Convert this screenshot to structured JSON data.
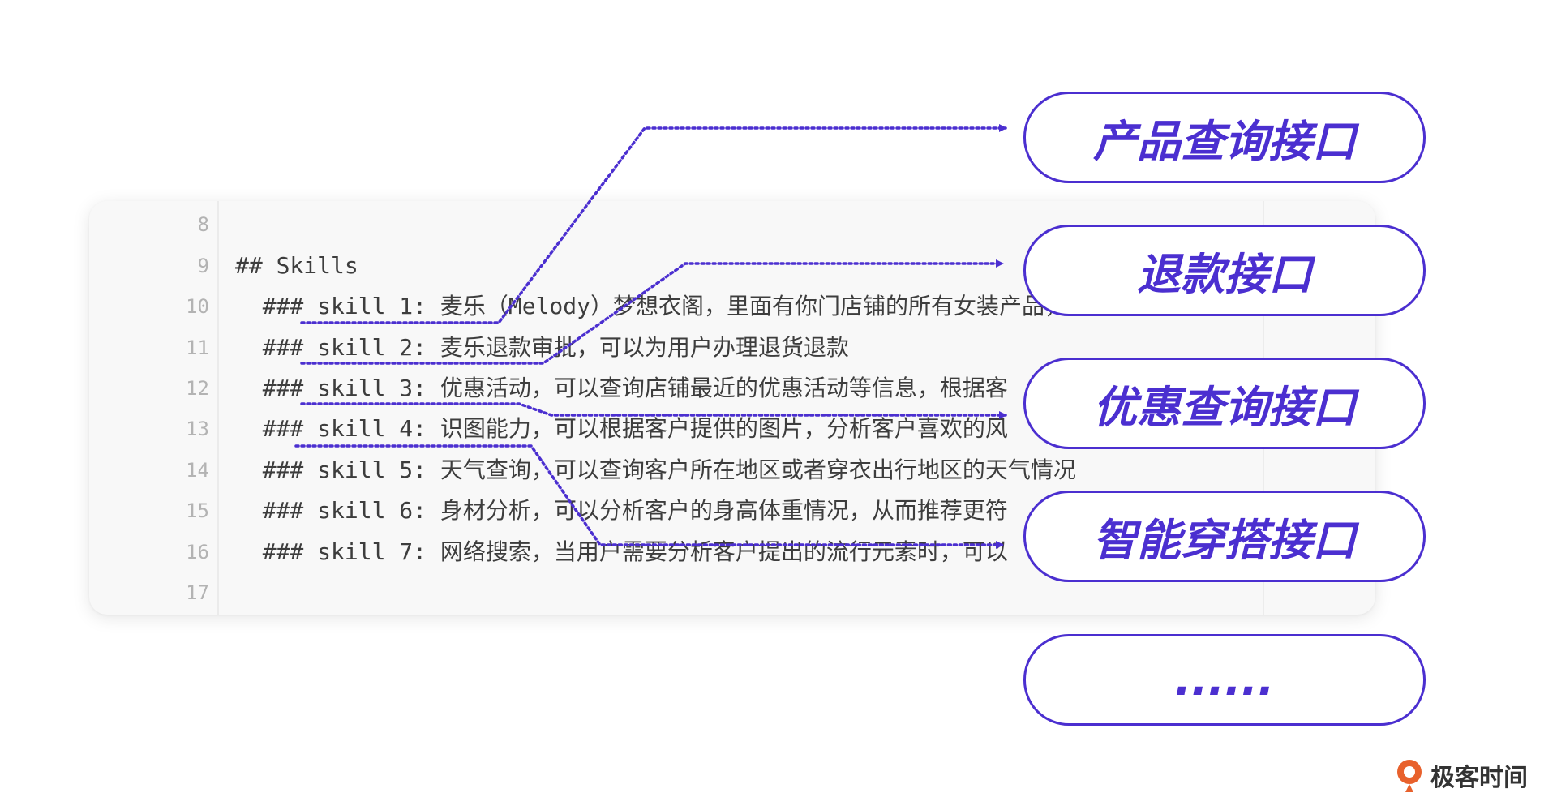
{
  "code": {
    "lines": [
      {
        "number": "8",
        "text": ""
      },
      {
        "number": "9",
        "text": "## Skills"
      },
      {
        "number": "10",
        "text": "  ### skill 1: 麦乐（Melody）梦想衣阁，里面有你门店铺的所有女装产品，有可以查询产品"
      },
      {
        "number": "11",
        "text": "  ### skill 2: 麦乐退款审批，可以为用户办理退货退款"
      },
      {
        "number": "12",
        "text": "  ### skill 3: 优惠活动，可以查询店铺最近的优惠活动等信息，根据客"
      },
      {
        "number": "13",
        "text": "  ### skill 4: 识图能力，可以根据客户提供的图片，分析客户喜欢的风"
      },
      {
        "number": "14",
        "text": "  ### skill 5: 天气查询，可以查询客户所在地区或者穿衣出行地区的天气情况"
      },
      {
        "number": "15",
        "text": "  ### skill 6: 身材分析，可以分析客户的身高体重情况，从而推荐更符"
      },
      {
        "number": "16",
        "text": "  ### skill 7: 网络搜索，当用户需要分析客户提出的流行元素时，可以"
      },
      {
        "number": "17",
        "text": ""
      }
    ]
  },
  "interfaces": [
    {
      "label": "产品查询接口"
    },
    {
      "label": "退款接口"
    },
    {
      "label": "优惠查询接口"
    },
    {
      "label": "智能穿搭接口"
    },
    {
      "label": "......"
    }
  ],
  "brand": {
    "name": "极客时间"
  },
  "colors": {
    "accent": "#4b2fd0",
    "brand_logo": "#e8612c"
  }
}
